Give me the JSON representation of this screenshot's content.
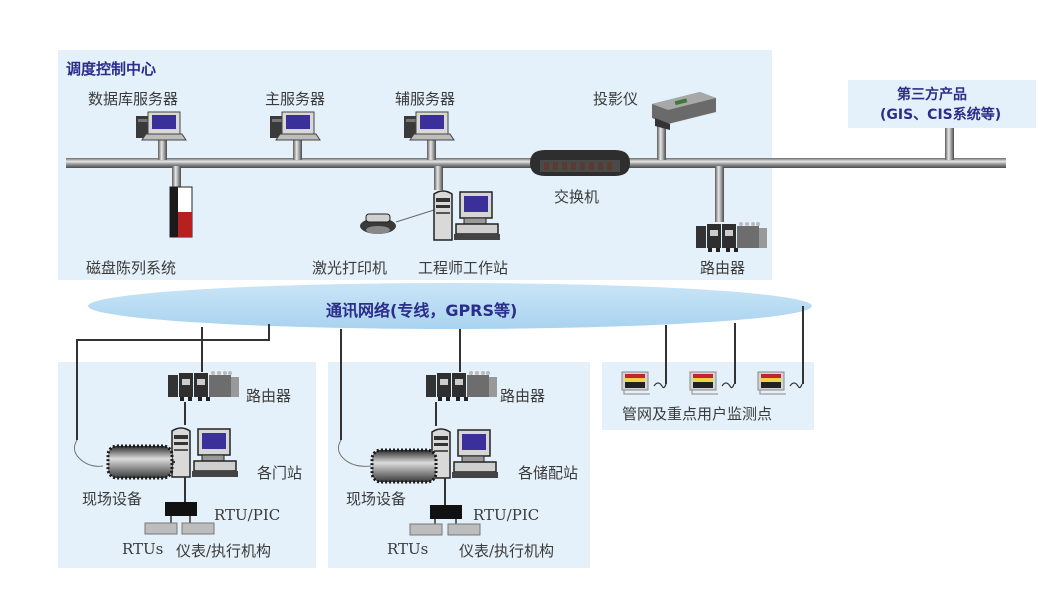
{
  "control_center": {
    "title": "调度控制中心",
    "database_server": "数据库服务器",
    "main_server": "主服务器",
    "aux_server": "辅服务器",
    "projector": "投影仪",
    "switch": "交换机",
    "disk_array": "磁盘陈列系统",
    "laser_printer": "激光打印机",
    "engineer_workstation": "工程师工作站",
    "router": "路由器"
  },
  "third_party": {
    "line1": "第三方产品",
    "line2": "(GIS、CIS系统等)"
  },
  "network": {
    "label": "通讯网络(专线，GPRS等)"
  },
  "station_gate": {
    "router": "路由器",
    "station": "各门站",
    "field_equipment": "现场设备",
    "rtu_plc": "RTU/PIC",
    "rtus": "RTUs",
    "instruments": "仪表/执行机构"
  },
  "station_storage": {
    "router": "路由器",
    "station": "各储配站",
    "field_equipment": "现场设备",
    "rtu_plc": "RTU/PIC",
    "rtus": "RTUs",
    "instruments": "仪表/执行机构"
  },
  "monitoring": {
    "label": "管网及重点用户监测点",
    "point_count": 3
  }
}
